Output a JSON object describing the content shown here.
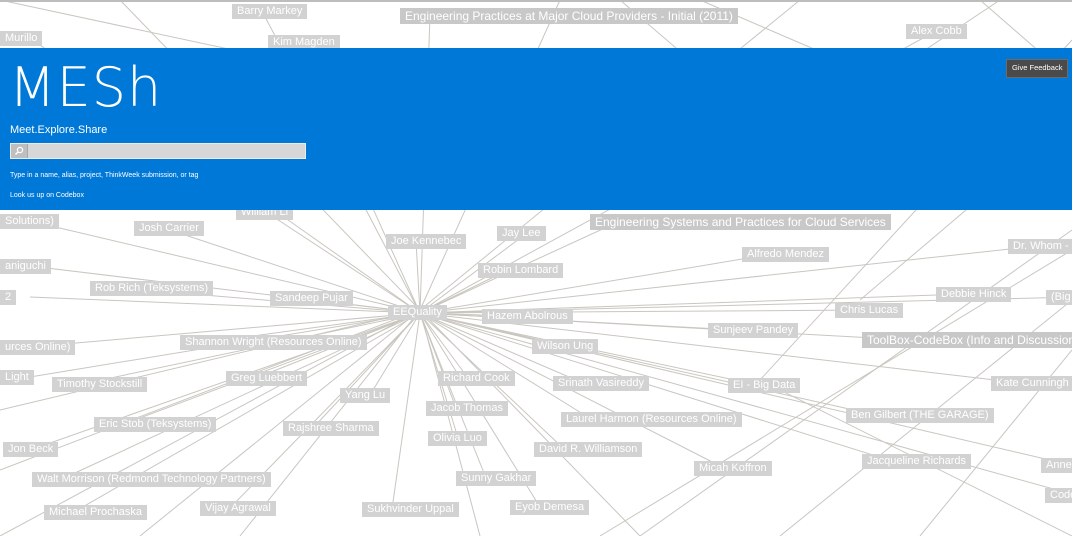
{
  "app": {
    "title": "MESh",
    "tagline": "Meet.Explore.Share",
    "search": {
      "placeholder": "",
      "value": ""
    },
    "hint": "Type in a name, alias, project, ThinkWeek submission, or tag",
    "codebox_link": "Look us up on Codebox",
    "feedback_button": "Give Feedback",
    "colors": {
      "banner": "#0078d7",
      "node": "#d2d2d2",
      "edge": "#c9c6bf"
    }
  },
  "graph": {
    "hub": "EEQuality",
    "nodes": [
      "Barry Markey",
      "Engineering Practices at Major Cloud Providers - Initial (2011)",
      "Murillo",
      "Kim Magden",
      "Alex Cobb",
      "William Li",
      "Solutions)",
      "Josh Carrier",
      "Joe Kennebec",
      "Jay Lee",
      "Engineering Systems and Practices for Cloud Services",
      "Dr. Whom -",
      "Alfredo Mendez",
      "aniguchi",
      "Robin Lombard",
      "Rob Rich (Teksystems)",
      "Sandeep Pujar",
      "2",
      "EEQuality",
      "Hazem Abolrous",
      "Debbie Hinck",
      "(Big",
      "Chris Lucas",
      "Sunjeev Pandey",
      "ToolBox-CodeBox (Info and Discussion)",
      "urces Online)",
      "Shannon Wright (Resources Online)",
      "Wilson Ung",
      "Light",
      "Timothy Stockstill",
      "Greg Luebbert",
      "Richard Cook",
      "Srinath Vasireddy",
      "EI - Big Data",
      "Kate Cunningh",
      "Yang Lu",
      "Jacob Thomas",
      "Ben Gilbert (THE GARAGE)",
      "Eric Stob (Teksystems)",
      "Rajshree Sharma",
      "Laurel Harmon (Resources Online)",
      "Olivia Luo",
      "Jon Beck",
      "David R. Williamson",
      "Jacqueline Richards",
      "Anne",
      "Micah Koffron",
      "Walt Morrison (Redmond Technology Partners)",
      "Sunny Gakhar",
      "Code",
      "Michael Prochaska",
      "Vijay Agrawal",
      "Sukhvinder Uppal",
      "Eyob Demesa"
    ]
  }
}
